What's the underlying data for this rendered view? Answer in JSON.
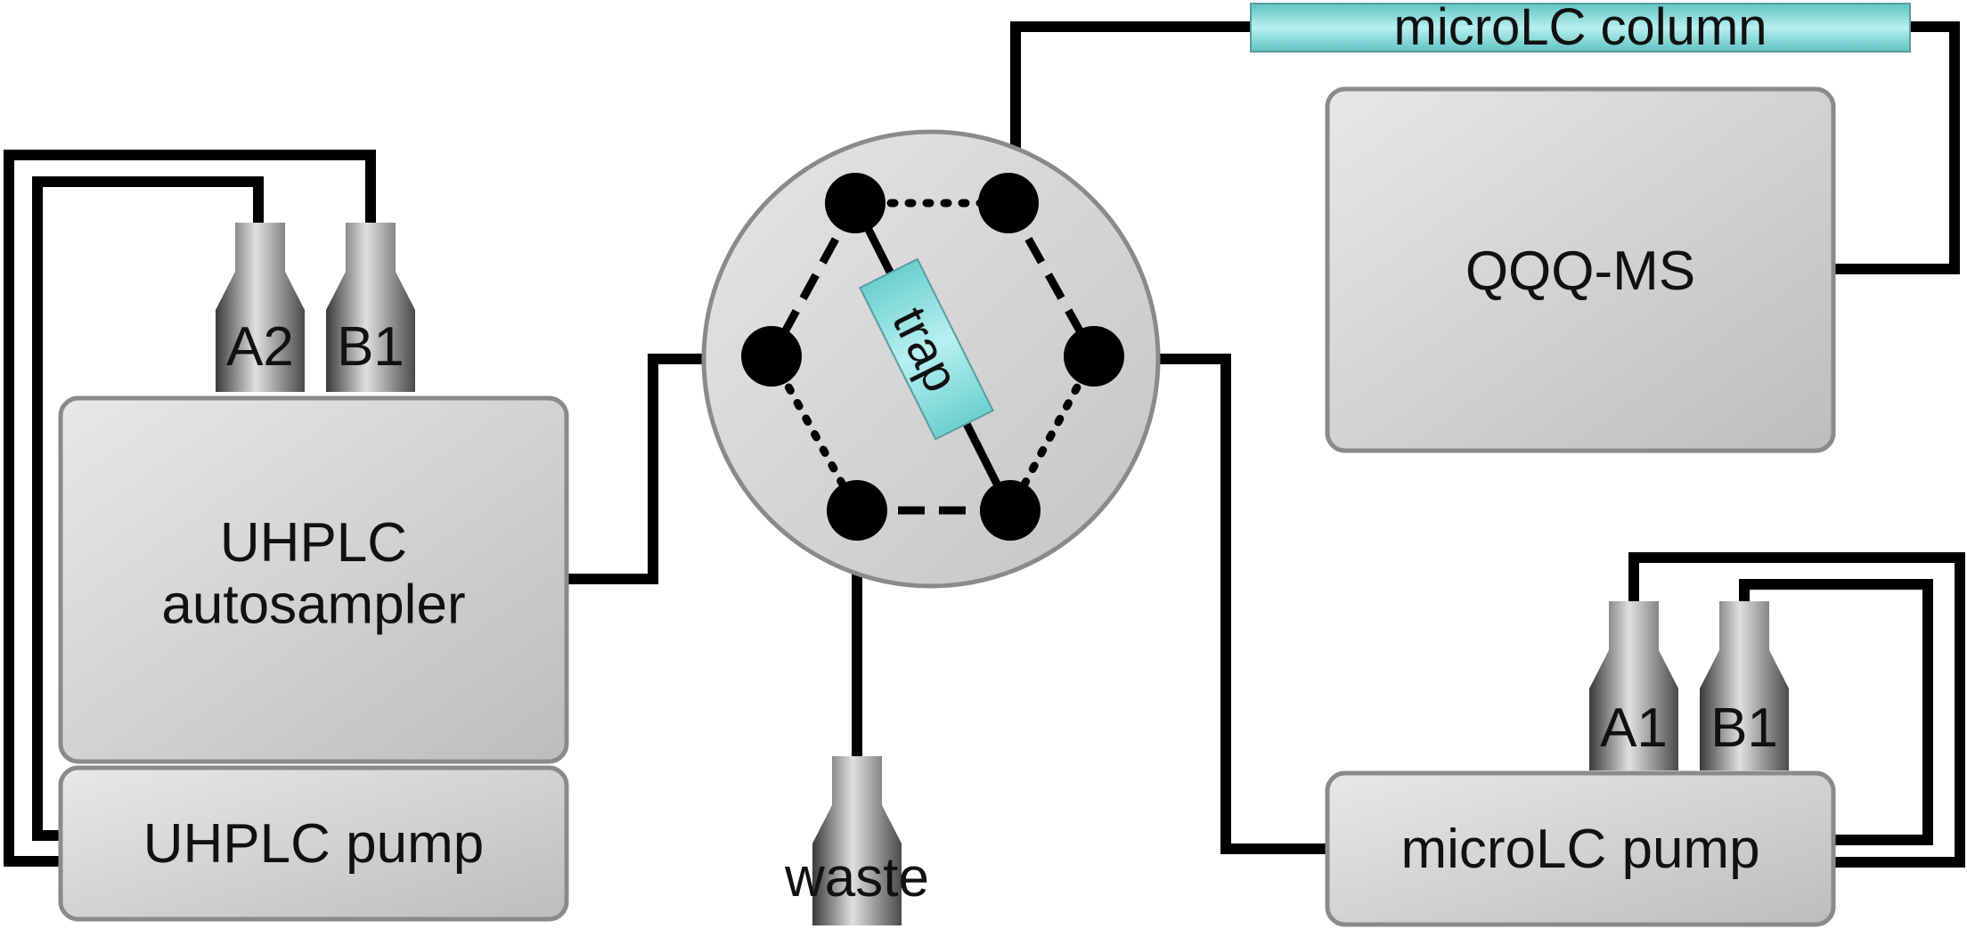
{
  "units": {
    "autosampler": "UHPLC\nautosampler",
    "uhplc_pump": "UHPLC pump",
    "qqq": "QQQ-MS",
    "microlc_pump": "microLC pump"
  },
  "column": {
    "label": "microLC column"
  },
  "trap": {
    "label": "trap"
  },
  "bottles": {
    "a2": "A2",
    "b1_left": "B1",
    "a1": "A1",
    "b1_right": "B1",
    "waste": "waste"
  },
  "colors": {
    "box_fill": "#d4d4d4",
    "box_stroke": "#8a8a8a",
    "column": "#8fdede",
    "line": "#000000"
  }
}
